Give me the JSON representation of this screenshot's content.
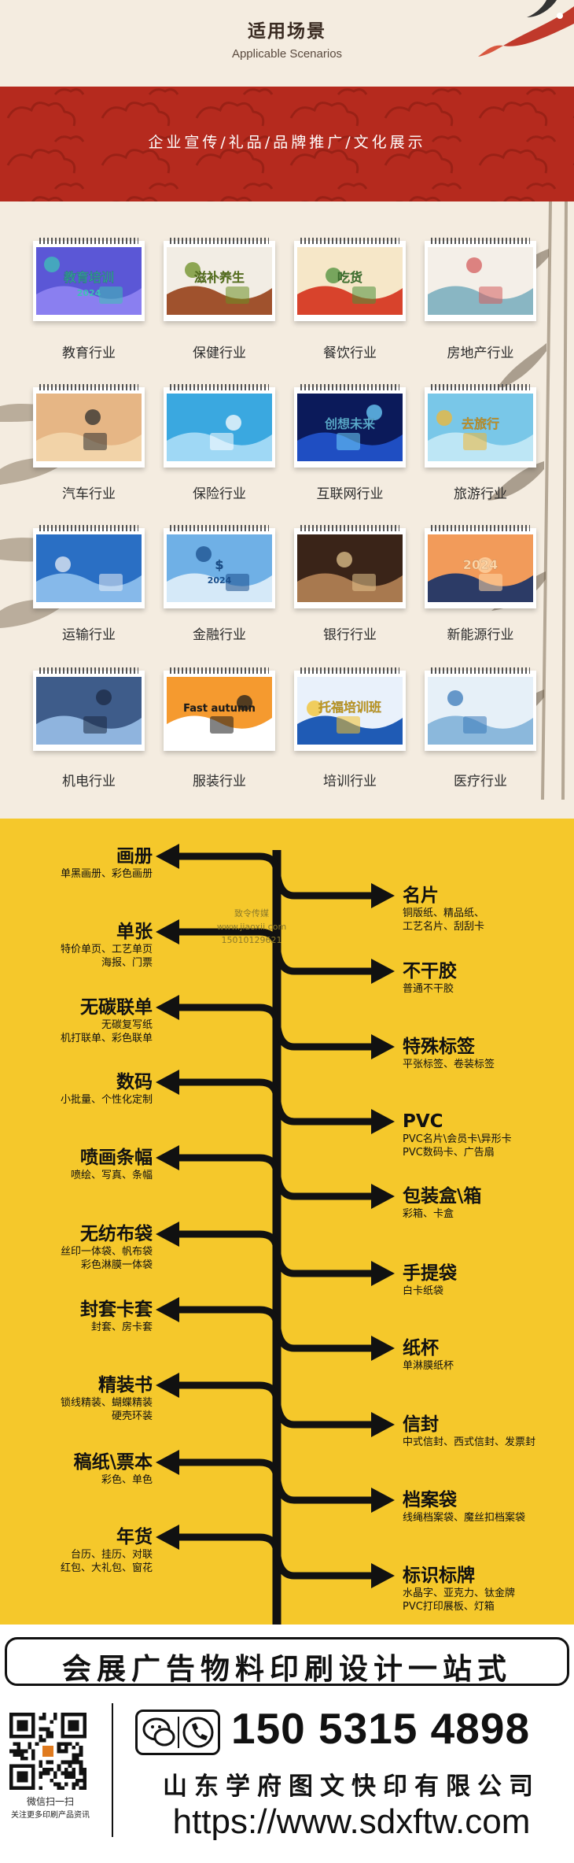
{
  "header": {
    "title_cn": "适用场景",
    "title_en": "Applicable Scenarios",
    "banner": "企业宣传/礼品/品牌推广/文化展示"
  },
  "industries": [
    {
      "label": "教育行业",
      "thumb_text": "教育培训",
      "thumb_sub": "2024",
      "palette": [
        "#5b57d6",
        "#8a7ff0",
        "#3ec1b5"
      ]
    },
    {
      "label": "保健行业",
      "thumb_text": "滋补养生",
      "thumb_sub": "",
      "palette": [
        "#f2ede4",
        "#a0522d",
        "#6b8e23"
      ]
    },
    {
      "label": "餐饮行业",
      "thumb_text": "吃货",
      "thumb_sub": "",
      "palette": [
        "#f6e7c8",
        "#d8432c",
        "#4c8f3a"
      ]
    },
    {
      "label": "房地产行业",
      "thumb_text": "",
      "thumb_sub": "",
      "palette": [
        "#f4efe8",
        "#89b6c3",
        "#d45d5d"
      ]
    },
    {
      "label": "汽车行业",
      "thumb_text": "",
      "thumb_sub": "",
      "palette": [
        "#e6b685",
        "#f2d3a8",
        "#2e2e2e"
      ]
    },
    {
      "label": "保险行业",
      "thumb_text": "",
      "thumb_sub": "",
      "palette": [
        "#3aa8e0",
        "#9fd8f5",
        "#ffffff"
      ]
    },
    {
      "label": "互联网行业",
      "thumb_text": "创想未来",
      "thumb_sub": "",
      "palette": [
        "#0b1a5a",
        "#1f4ec2",
        "#6fd3ff"
      ]
    },
    {
      "label": "旅游行业",
      "thumb_text": "去旅行",
      "thumb_sub": "",
      "palette": [
        "#79c7e8",
        "#bde6f5",
        "#f2b733"
      ]
    },
    {
      "label": "运输行业",
      "thumb_text": "",
      "thumb_sub": "",
      "palette": [
        "#2a6fc4",
        "#86b9ea",
        "#e9eef5"
      ]
    },
    {
      "label": "金融行业",
      "thumb_text": "$",
      "thumb_sub": "2024",
      "palette": [
        "#6fb0e6",
        "#d5e9f8",
        "#1a4f8c"
      ]
    },
    {
      "label": "银行行业",
      "thumb_text": "",
      "thumb_sub": "",
      "palette": [
        "#3a2418",
        "#a8794f",
        "#e3c48e"
      ]
    },
    {
      "label": "新能源行业",
      "thumb_text": "2024",
      "thumb_sub": "",
      "palette": [
        "#f29b5a",
        "#2c3b66",
        "#ffd7a8"
      ]
    },
    {
      "label": "机电行业",
      "thumb_text": "",
      "thumb_sub": "",
      "palette": [
        "#3e5c8a",
        "#8fb4de",
        "#1c2a44"
      ]
    },
    {
      "label": "服装行业",
      "thumb_text": "Fast autumn",
      "thumb_sub": "",
      "palette": [
        "#f59a2f",
        "#ffffff",
        "#1c1c1c"
      ]
    },
    {
      "label": "培训行业",
      "thumb_text": "托福培训班",
      "thumb_sub": "",
      "palette": [
        "#e9f1fb",
        "#1f5bb5",
        "#f2c029"
      ]
    },
    {
      "label": "医疗行业",
      "thumb_text": "",
      "thumb_sub": "",
      "palette": [
        "#e6f0f8",
        "#8bb8dc",
        "#3a7ab9"
      ]
    }
  ],
  "products_left": [
    {
      "name": "画册",
      "desc": [
        "单黑画册、彩色画册"
      ]
    },
    {
      "name": "单张",
      "desc": [
        "特价单页、工艺单页",
        "海报、门票"
      ]
    },
    {
      "name": "无碳联单",
      "desc": [
        "无碳复写纸",
        "机打联单、彩色联单"
      ]
    },
    {
      "name": "数码",
      "desc": [
        "小批量、个性化定制"
      ]
    },
    {
      "name": "喷画条幅",
      "desc": [
        "喷绘、写真、条幅"
      ]
    },
    {
      "name": "无纺布袋",
      "desc": [
        "丝印一体袋、帆布袋",
        "彩色淋膜一体袋"
      ]
    },
    {
      "name": "封套卡套",
      "desc": [
        "封套、房卡套"
      ]
    },
    {
      "name": "精装书",
      "desc": [
        "锁线精装、蝴蝶精装",
        "硬壳环装"
      ]
    },
    {
      "name": "稿纸\\票本",
      "desc": [
        "彩色、单色"
      ]
    },
    {
      "name": "年货",
      "desc": [
        "台历、挂历、对联",
        "红包、大礼包、窗花"
      ]
    }
  ],
  "products_right": [
    {
      "name": "名片",
      "desc": [
        "铜版纸、精品纸、",
        "工艺名片、刮刮卡"
      ]
    },
    {
      "name": "不干胶",
      "desc": [
        "普通不干胶"
      ]
    },
    {
      "name": "特殊标签",
      "desc": [
        "平张标签、卷装标签"
      ]
    },
    {
      "name": "PVC",
      "desc": [
        "PVC名片\\会员卡\\异形卡",
        "PVC数码卡、广告扇"
      ]
    },
    {
      "name": "包装盒\\箱",
      "desc": [
        "彩箱、卡盒"
      ]
    },
    {
      "name": "手提袋",
      "desc": [
        "白卡纸袋"
      ]
    },
    {
      "name": "纸杯",
      "desc": [
        "单淋膜纸杯"
      ]
    },
    {
      "name": "信封",
      "desc": [
        "中式信封、西式信封、发票封"
      ]
    },
    {
      "name": "档案袋",
      "desc": [
        "线绳档案袋、魔丝扣档案袋"
      ]
    },
    {
      "name": "标识标牌",
      "desc": [
        "水晶字、亚克力、钛金牌",
        "PVC打印展板、灯箱"
      ]
    }
  ],
  "watermark": [
    "致令传媒",
    "www.jiaoxii.com",
    "15010129621"
  ],
  "footer": {
    "slogan": "会展广告物料印刷设计一站式",
    "qr_label1": "微信扫一扫",
    "qr_label2": "关注更多印刷产品资讯",
    "phone": "150 5315 4898",
    "company": "山东学府图文快印有限公司",
    "url": "https://www.sdxftw.com"
  },
  "colors": {
    "banner_red": "#b52a1e",
    "product_yellow": "#f5c82b",
    "trunk": "#111111",
    "paper": "#f4ece0"
  }
}
